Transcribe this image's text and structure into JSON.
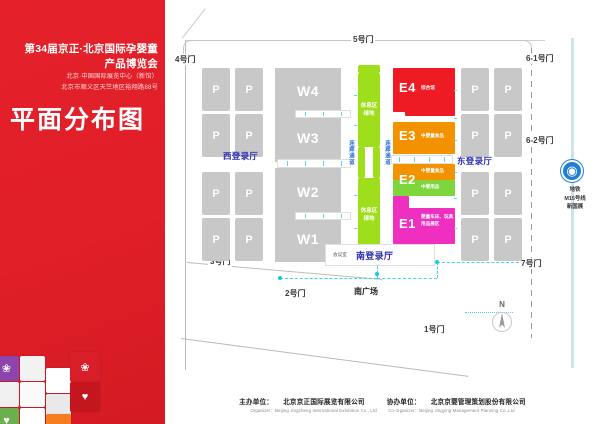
{
  "banner": {
    "title_line1": "第34届京正·北京国际孕婴童",
    "title_line2": "产品博览会",
    "venue_line1": "北京·中国国际展览中心（新馆）",
    "venue_line2": "北京市顺义区天竺地区裕翔路88号",
    "plan_title": "平面分布图"
  },
  "map": {
    "gates": [
      {
        "name": "gate-4",
        "label": "4号门"
      },
      {
        "name": "gate-5",
        "label": "5号门"
      },
      {
        "name": "gate-6-1",
        "label": "6-1号门"
      },
      {
        "name": "gate-6-2",
        "label": "6-2号门"
      },
      {
        "name": "gate-3",
        "label": "3号门"
      },
      {
        "name": "gate-2",
        "label": "2号门"
      },
      {
        "name": "gate-1",
        "label": "1号门"
      },
      {
        "name": "gate-7",
        "label": "7号门"
      }
    ],
    "parking_label": "P",
    "west_halls": [
      {
        "code": "W4"
      },
      {
        "code": "W3"
      },
      {
        "code": "W2"
      },
      {
        "code": "W1"
      }
    ],
    "east_halls": [
      {
        "code": "E4",
        "sub": "综合馆",
        "color": "#ee1b24"
      },
      {
        "code": "E3",
        "sub": "中婴童食品",
        "color": "#f39200"
      },
      {
        "code": "E2",
        "sub_top": "中婴童食品",
        "sub_bottom": "中婴用品",
        "color_top": "#f39200",
        "color_bottom": "#7dd63c"
      },
      {
        "code": "E1",
        "sub_line1": "婴童车床、玩具",
        "sub_line2": "用品展区",
        "color": "#ee2fc0"
      }
    ],
    "registration": {
      "west": "西登录厅",
      "east": "东登录厅",
      "south": "南登录厅",
      "meeting_room": "会议室"
    },
    "green_areas": [
      {
        "line1": "休息区",
        "line2": "绿地"
      },
      {
        "line1": "休息区",
        "line2": "绿地"
      }
    ],
    "corridor_left": "连廊通道",
    "corridor_right": "连廊通道",
    "south_plaza": "南广场",
    "metro": {
      "icon": "metro-icon",
      "line1": "地铁",
      "line2": "M15号线",
      "line3": "新国展"
    },
    "compass": {
      "north": "N"
    }
  },
  "footer": {
    "organizer_cn_label": "主办单位：",
    "organizer_cn_name": "北京京正国际展览有限公司",
    "coorganizer_cn_label": "协办单位：",
    "coorganizer_cn_name": "北京京婴管理策划股份有限公司",
    "organizer_en": "Organizer：Beijing Jingzheng International Exhibition Co., Ltd",
    "coorganizer_en": "Co-organizer：Beijing Jingying Management Planning Co.,Ltd"
  },
  "colors": {
    "brand_red": "#e8202a",
    "hall_gray": "#c8c8c8",
    "green": "#9ede1a",
    "cyan": "#3dd6e8",
    "metro_blue": "#1f7fd4"
  }
}
